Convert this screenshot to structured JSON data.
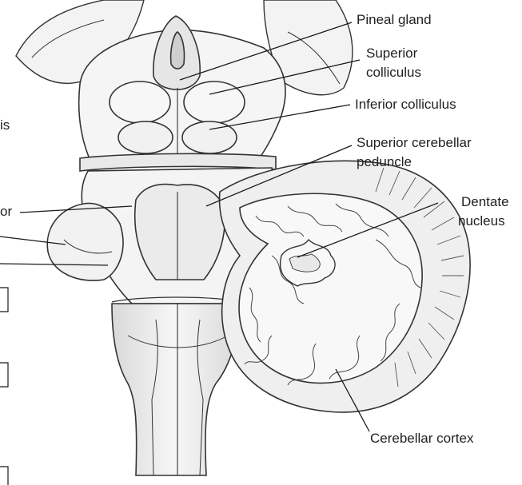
{
  "labels": {
    "pineal_gland": "Pineal gland",
    "superior_colliculus_line1": "Superior",
    "superior_colliculus_line2": "colliculus",
    "inferior_colliculus": "Inferior colliculus",
    "superior_cerebellar_peduncle_line1": "Superior cerebellar",
    "superior_cerebellar_peduncle_line2": "peduncle",
    "dentate_nucleus_line1": "Dentate",
    "dentate_nucleus_line2": "nucleus",
    "cerebellar_cortex": "Cerebellar cortex",
    "cut_left_1": "is",
    "cut_left_2": "or"
  },
  "colors": {
    "outline": "#333333",
    "fill": "#f4f4f4",
    "shade": "#dcdcdc",
    "leader": "#1a1a1a",
    "text": "#1f1f1f"
  }
}
